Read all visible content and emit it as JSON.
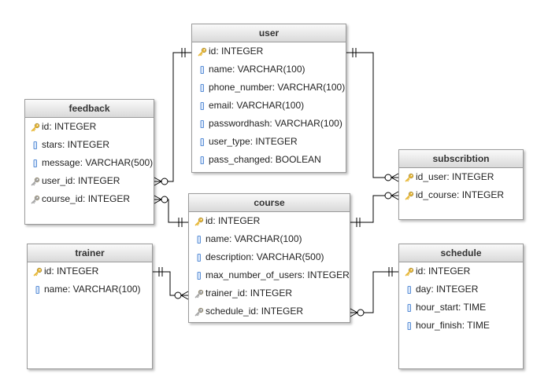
{
  "tables": {
    "user": {
      "title": "user",
      "fields": [
        {
          "text": "id: INTEGER",
          "icon": "primary-key-icon"
        },
        {
          "text": "name: VARCHAR(100)",
          "icon": "column-icon"
        },
        {
          "text": "phone_number: VARCHAR(100)",
          "icon": "column-icon"
        },
        {
          "text": "email: VARCHAR(100)",
          "icon": "column-icon"
        },
        {
          "text": "passwordhash: VARCHAR(100)",
          "icon": "column-icon"
        },
        {
          "text": "user_type: INTEGER",
          "icon": "column-icon"
        },
        {
          "text": "pass_changed: BOOLEAN",
          "icon": "column-icon"
        }
      ]
    },
    "feedback": {
      "title": "feedback",
      "fields": [
        {
          "text": "id: INTEGER",
          "icon": "primary-key-icon"
        },
        {
          "text": "stars: INTEGER",
          "icon": "column-icon"
        },
        {
          "text": "message: VARCHAR(500)",
          "icon": "column-icon"
        },
        {
          "text": "user_id: INTEGER",
          "icon": "foreign-key-icon"
        },
        {
          "text": "course_id: INTEGER",
          "icon": "foreign-key-icon"
        }
      ]
    },
    "subscription": {
      "title": "subscribtion",
      "fields": [
        {
          "text": "id_user: INTEGER",
          "icon": "primary-key-icon"
        },
        {
          "text": "id_course: INTEGER",
          "icon": "primary-key-icon"
        }
      ]
    },
    "course": {
      "title": "course",
      "fields": [
        {
          "text": "id: INTEGER",
          "icon": "primary-key-icon"
        },
        {
          "text": "name: VARCHAR(100)",
          "icon": "column-icon"
        },
        {
          "text": "description: VARCHAR(500)",
          "icon": "column-icon"
        },
        {
          "text": "max_number_of_users: INTEGER",
          "icon": "column-icon"
        },
        {
          "text": "trainer_id: INTEGER",
          "icon": "foreign-key-icon"
        },
        {
          "text": "schedule_id: INTEGER",
          "icon": "foreign-key-icon"
        }
      ]
    },
    "trainer": {
      "title": "trainer",
      "fields": [
        {
          "text": "id: INTEGER",
          "icon": "primary-key-icon"
        },
        {
          "text": "name: VARCHAR(100)",
          "icon": "column-icon"
        }
      ]
    },
    "schedule": {
      "title": "schedule",
      "fields": [
        {
          "text": "id: INTEGER",
          "icon": "primary-key-icon"
        },
        {
          "text": "day: INTEGER",
          "icon": "column-icon"
        },
        {
          "text": "hour_start: TIME",
          "icon": "column-icon"
        },
        {
          "text": "hour_finish: TIME",
          "icon": "column-icon"
        }
      ]
    }
  },
  "relationships": [
    {
      "name": "user-feedback",
      "from": "user.id",
      "to": "feedback.user_id",
      "from_end": "one",
      "to_end": "zero-or-many"
    },
    {
      "name": "user-subscription",
      "from": "user.id",
      "to": "subscription.id_user",
      "from_end": "one",
      "to_end": "zero-or-many"
    },
    {
      "name": "course-feedback",
      "from": "course.id",
      "to": "feedback.course_id",
      "from_end": "one",
      "to_end": "zero-or-many"
    },
    {
      "name": "course-subscription",
      "from": "course.id",
      "to": "subscription.id_course",
      "from_end": "one",
      "to_end": "zero-or-many"
    },
    {
      "name": "trainer-course",
      "from": "trainer.id",
      "to": "course.trainer_id",
      "from_end": "one",
      "to_end": "zero-or-many"
    },
    {
      "name": "schedule-course",
      "from": "schedule.id",
      "to": "course.schedule_id",
      "from_end": "one",
      "to_end": "zero-or-many"
    }
  ],
  "colors": {
    "line": "#000000",
    "key": "#e8b93a",
    "key_foreign": "#a8a8a8",
    "column": "#5b8fd6"
  }
}
